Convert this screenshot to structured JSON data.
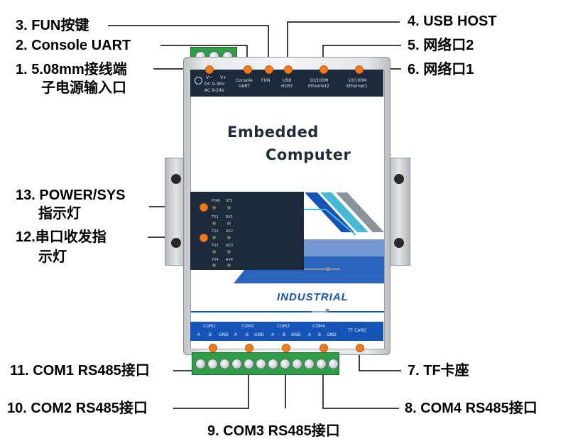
{
  "callouts": {
    "c1": "1.  5.08mm接线端",
    "c1b": "子电源输入口",
    "c2": "2.  Console UART",
    "c3": "3.  FUN按键",
    "c4": "4. USB HOST",
    "c5": "5. 网络口2",
    "c6": "6. 网络口1",
    "c7": "7. TF卡座",
    "c8": "8. COM4 RS485接口",
    "c9": "9. COM3 RS485接口",
    "c10": "10. COM2 RS485接口",
    "c11": "11. COM1 RS485接口",
    "c12": "12.串口收发指",
    "c12b": "示灯",
    "c13": "13. POWER/SYS",
    "c13b": "指示灯"
  },
  "device": {
    "brand_line1": "Embedded",
    "brand_line2": "Computer",
    "industrial": "INDUSTRIAL",
    "top_labels": {
      "v_minus": "V−",
      "v_plus": "V+",
      "dc": "DC  9-36V",
      "ac": "AC  9-24V",
      "console": "Console",
      "uart": "UART",
      "fun": "FUN",
      "usb": "USB",
      "host": "HOST",
      "eth2_speed": "10/100M",
      "eth2": "Ethernet2",
      "eth1_speed": "10/100M",
      "eth1": "Ethernet1"
    },
    "led_labels": {
      "pow": "POW",
      "sys": "SYS",
      "tx1": "TX1",
      "rx1": "RX1",
      "tx2": "TX2",
      "rx2": "RX2",
      "tx3": "TX3",
      "rx3": "RX3",
      "tx4": "TX4",
      "rx4": "RX4"
    },
    "bottom_labels": {
      "com1": "COM1",
      "com2": "COM2",
      "com3": "COM3",
      "com4": "COM4",
      "tf_card": "TF CARD",
      "a": "A",
      "b": "B",
      "gnd": "GND"
    }
  },
  "colors": {
    "marker": "#f07a1c",
    "accent_blue": "#1553b6",
    "terminal_green": "#2e9e47"
  }
}
